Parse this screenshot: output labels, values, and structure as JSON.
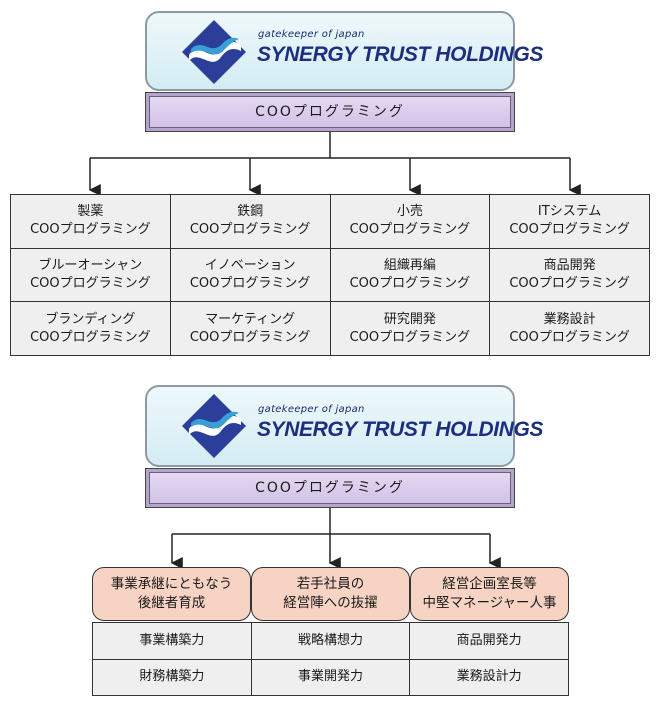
{
  "brand": {
    "tagline": "gatekeeper of japan",
    "name": "SYNERGY TRUST HOLDINGS",
    "colors": {
      "navy": "#1b2e80",
      "diamond": "#2b3f9a",
      "wave": "#3a9fd8"
    }
  },
  "top": {
    "coo": "COOプログラミング",
    "cells": [
      {
        "title": "製薬",
        "sub": "COOプログラミング"
      },
      {
        "title": "鉄鋼",
        "sub": "COOプログラミング"
      },
      {
        "title": "小売",
        "sub": "COOプログラミング"
      },
      {
        "title": "ITシステム",
        "sub": "COOプログラミング"
      },
      {
        "title": "ブルーオーシャン",
        "sub": "COOプログラミング"
      },
      {
        "title": "イノベーション",
        "sub": "COOプログラミング"
      },
      {
        "title": "組織再編",
        "sub": "COOプログラミング"
      },
      {
        "title": "商品開発",
        "sub": "COOプログラミング"
      },
      {
        "title": "ブランディング",
        "sub": "COOプログラミング"
      },
      {
        "title": "マーケティング",
        "sub": "COOプログラミング"
      },
      {
        "title": "研究開発",
        "sub": "COOプログラミング"
      },
      {
        "title": "業務設計",
        "sub": "COOプログラミング"
      }
    ]
  },
  "bottom": {
    "coo": "COOプログラミング",
    "heads": [
      {
        "line1": "事業承継にともなう",
        "line2": "後継者育成"
      },
      {
        "line1": "若手社員の",
        "line2": "経営陣への抜擢"
      },
      {
        "line1": "経営企画室長等",
        "line2": "中堅マネージャー人事"
      }
    ],
    "cells": [
      "事業構築力",
      "戦略構想力",
      "商品開発力",
      "財務構築力",
      "事業開発力",
      "業務設計力"
    ]
  }
}
